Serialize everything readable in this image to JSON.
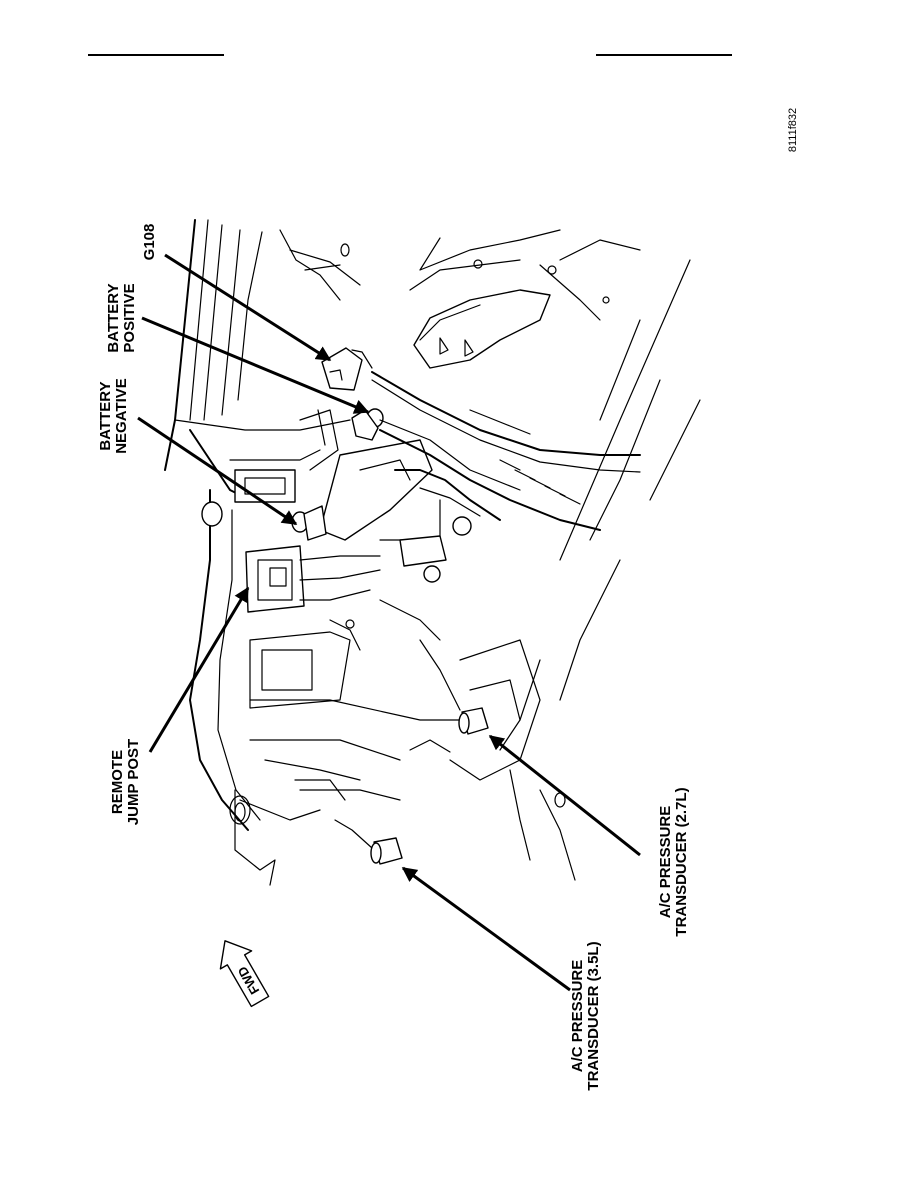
{
  "figure_id": "8111f832",
  "callouts": {
    "g108": "G108",
    "battery_positive": [
      "BATTERY",
      "POSITIVE"
    ],
    "battery_negative": [
      "BATTERY",
      "NEGATIVE"
    ],
    "remote_jump_post": [
      "REMOTE",
      "JUMP POST"
    ],
    "ac_pressure_27": [
      "A/C PRESSURE",
      "TRANSDUCER (2.7L)"
    ],
    "ac_pressure_35": [
      "A/C PRESSURE",
      "TRANSDUCER (3.5L)"
    ],
    "fwd_arrow": "FWD"
  }
}
